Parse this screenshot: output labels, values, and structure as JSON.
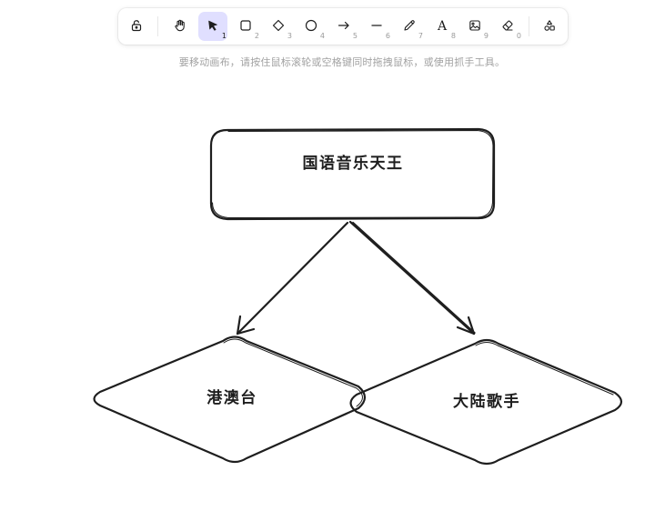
{
  "toolbar": {
    "tools": [
      {
        "name": "lock",
        "hotkey": ""
      },
      {
        "name": "hand",
        "hotkey": ""
      },
      {
        "name": "selection",
        "hotkey": "1",
        "active": true
      },
      {
        "name": "rectangle",
        "hotkey": "2"
      },
      {
        "name": "diamond",
        "hotkey": "3"
      },
      {
        "name": "ellipse",
        "hotkey": "4"
      },
      {
        "name": "arrow",
        "hotkey": "5"
      },
      {
        "name": "line",
        "hotkey": "6"
      },
      {
        "name": "draw",
        "hotkey": "7"
      },
      {
        "name": "text",
        "hotkey": "8",
        "glyph": "A"
      },
      {
        "name": "image",
        "hotkey": "9"
      },
      {
        "name": "eraser",
        "hotkey": "0"
      },
      {
        "name": "shapes",
        "hotkey": ""
      }
    ]
  },
  "hint": "要移动画布，请按住鼠标滚轮或空格键同时拖拽鼠标，或使用抓手工具。",
  "diagram": {
    "root": {
      "label": "国语音乐天王"
    },
    "left": {
      "label": "港澳台"
    },
    "right": {
      "label": "大陆歌手"
    },
    "stroke_color": "#1e1e1e"
  }
}
